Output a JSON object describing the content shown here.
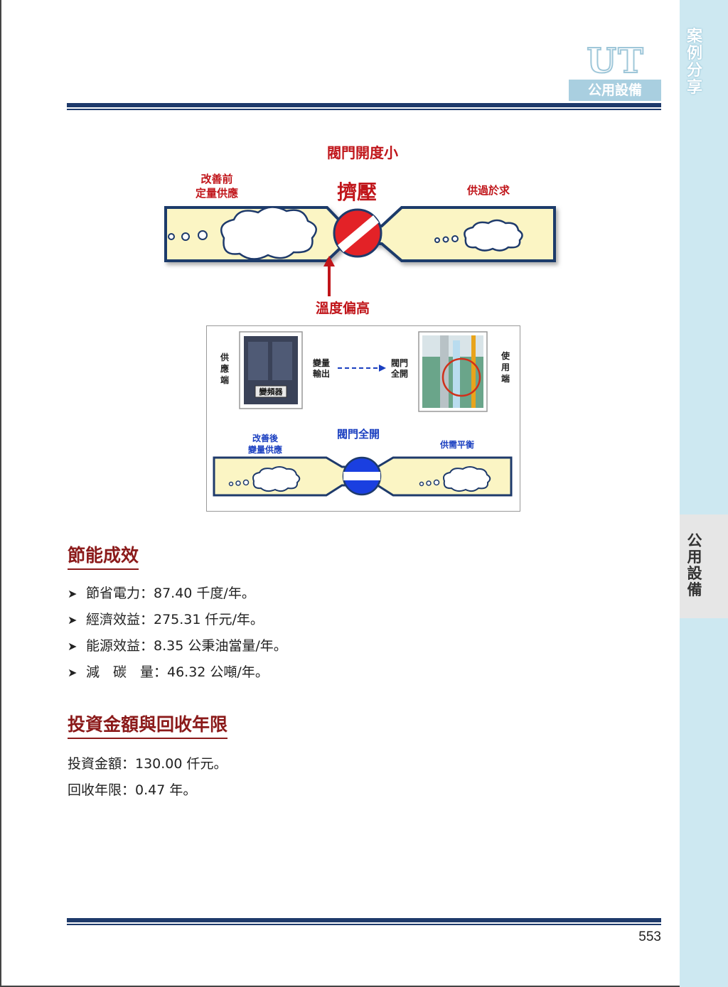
{
  "side": {
    "top_tab": "案例分享",
    "mid_tab": "公用設備"
  },
  "header": {
    "logo": "UT",
    "logo_sub": "公用設備"
  },
  "figure_top": {
    "valve_label": "閥門開度小",
    "before_label_1": "改善前",
    "before_label_2": "定量供應",
    "squeeze": "擠壓",
    "oversupply": "供過於求",
    "temp_high": "溫度偏高"
  },
  "figure_bottom": {
    "supply_end": [
      "供",
      "應",
      "端"
    ],
    "use_end": [
      "使",
      "用",
      "端"
    ],
    "inverter": "變頻器",
    "var_output_1": "變量",
    "var_output_2": "輸出",
    "valve_open_1": "閥門",
    "valve_open_2": "全開",
    "after_1": "改善後",
    "after_2": "變量供應",
    "valve_full": "閥門全開",
    "balance": "供需平衡"
  },
  "section1": {
    "title": "節能成效",
    "items": [
      "節省電力：87.40 千度/年。",
      "經濟效益：275.31 仟元/年。",
      "能源效益：8.35 公秉油當量/年。",
      "減　碳　量：46.32 公噸/年。"
    ]
  },
  "section2": {
    "title": "投資金額與回收年限",
    "line1": "投資金額：130.00 仟元。",
    "line2": "回收年限：0.47 年。"
  },
  "page_number": "553",
  "colors": {
    "accent_red": "#8b1a1a",
    "navy": "#1e3a6b",
    "tab_blue": "#cde8f1",
    "pipe_yellow": "#fbf5c4"
  }
}
